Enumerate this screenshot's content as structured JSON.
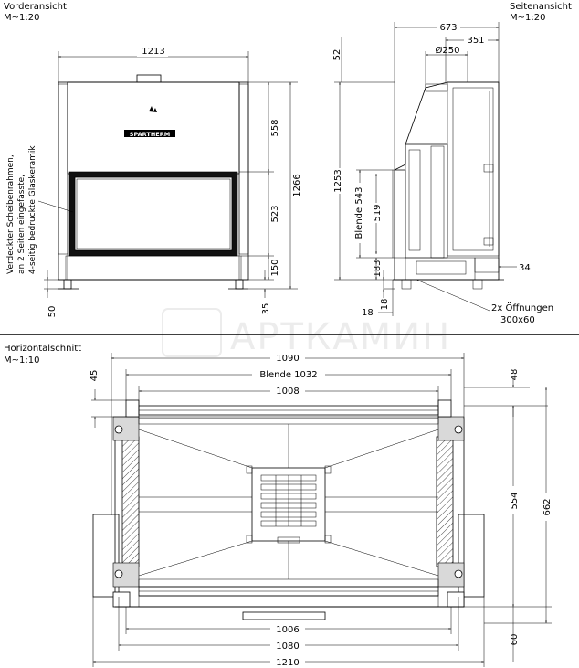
{
  "views": {
    "front": {
      "title": "Vorderansicht",
      "scale": "M~1:20"
    },
    "side": {
      "title": "Seitenansicht",
      "scale": "M~1:20"
    },
    "section": {
      "title": "Horizontalschnitt",
      "scale": "M~1:10"
    }
  },
  "front_dims": {
    "width": "1213",
    "upper": "558",
    "glass": "523",
    "base": "150",
    "total": "1266",
    "foot": "50",
    "side_foot": "35"
  },
  "front_note": {
    "line1": "Verdeckter Scheibenrahmen,",
    "line2": "an 2 Seiten eingefasste,",
    "line3": "4-seitig bedruckte Glaskeramik"
  },
  "logo_text": "SPARTHERM",
  "side_dims": {
    "depth": "673",
    "flue_offset": "351",
    "flue_dia": "Ø250",
    "top": "52",
    "height": "1253",
    "blende": "Blende 543",
    "opening": "519",
    "lower": "183",
    "inlet": "34",
    "bottom": "18"
  },
  "side_note": {
    "line1": "2x Öffnungen",
    "line2": "300x60"
  },
  "section_dims": {
    "outer": "1090",
    "blende": "Blende  1032",
    "inner": "1008",
    "left_top": "45",
    "right_top": "48",
    "inner_depth": "554",
    "outer_depth": "662",
    "bottom_inner": "1006",
    "bottom_mid": "1080",
    "bottom_outer": "1210",
    "bottom_right": "60"
  },
  "watermark": "АРТКАМИН"
}
